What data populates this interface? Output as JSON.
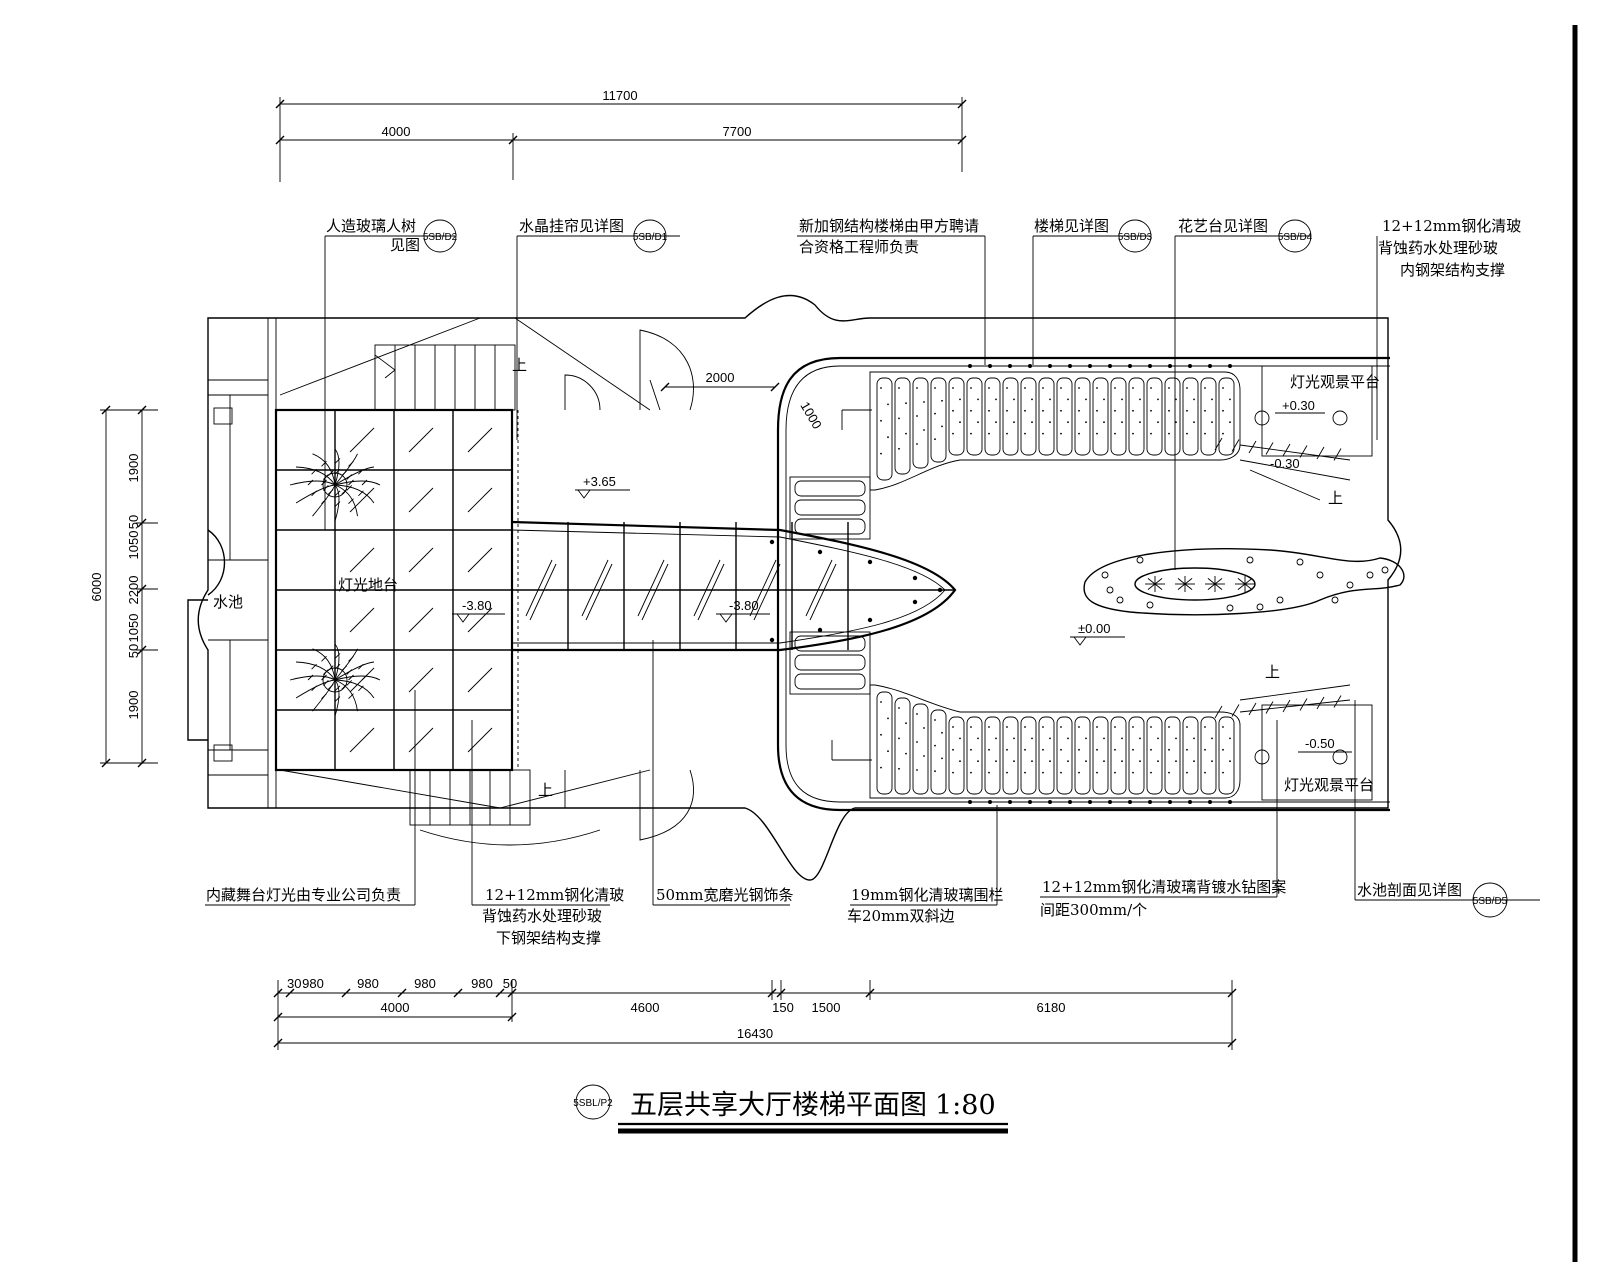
{
  "dimensions": {
    "top_total": "11700",
    "top_a": "4000",
    "top_b": "7700",
    "left_total": "6000",
    "left_a": "1900",
    "left_b": "1050",
    "left_c": "50",
    "left_d": "2200",
    "left_e": "50",
    "left_f": "1050",
    "left_g": "1900",
    "bot_30": "30",
    "bot_980": "980",
    "bot_50": "50",
    "bot_4000": "4000",
    "bot_4600": "4600",
    "bot_150": "150",
    "bot_1500": "1500",
    "bot_6180": "6180",
    "bot_total": "16430",
    "bridge_2000": "2000",
    "curve_1000": "1000"
  },
  "levels": {
    "upper": "+3.65",
    "pit": "-3.80",
    "bridge": "-3.80",
    "floor": "±0.00",
    "platform_top": "+0.30",
    "platform_bottom": "-0.50",
    "platform_top_lower": "-0.30"
  },
  "labels": {
    "stage": "灯光地台",
    "pool": "水池",
    "platform_top": "灯光观景平台",
    "platform_bottom": "灯光观景平台",
    "up1": "上",
    "up2": "上",
    "up3": "上",
    "up4": "上"
  },
  "callouts": {
    "c1_l1": "人造玻璃人树",
    "c1_l2": "见图",
    "c1_ref": "5SB/D2",
    "c2": "水晶挂帘见详图",
    "c2_ref": "5SB/D1",
    "c3_l1": "新加钢结构楼梯由甲方聘请",
    "c3_l2": "合资格工程师负责",
    "c4": "楼梯见详图",
    "c4_ref": "5SB/D3",
    "c5": "花艺台见详图",
    "c5_ref": "5SB/D4",
    "c6_l1": "12+12mm钢化清玻",
    "c6_l2": "背蚀药水处理砂玻",
    "c6_l3": "内钢架结构支撑",
    "c7": "内藏舞台灯光由专业公司负责",
    "c8_l1": "12+12mm钢化清玻",
    "c8_l2": "背蚀药水处理砂玻",
    "c8_l3": "下钢架结构支撑",
    "c9": "50mm宽磨光钢饰条",
    "c10_l1": "19mm钢化清玻璃围栏",
    "c10_l2": "车20mm双斜边",
    "c11_l1": "12+12mm钢化清玻璃背镀水钻图案",
    "c11_l2": "间距300mm/个",
    "c12": "水池剖面见详图",
    "c12_ref": "5SB/D5"
  },
  "title": {
    "ref": "5SBL/P2",
    "text": "五层共享大厅楼梯平面图",
    "scale": "1:80"
  }
}
